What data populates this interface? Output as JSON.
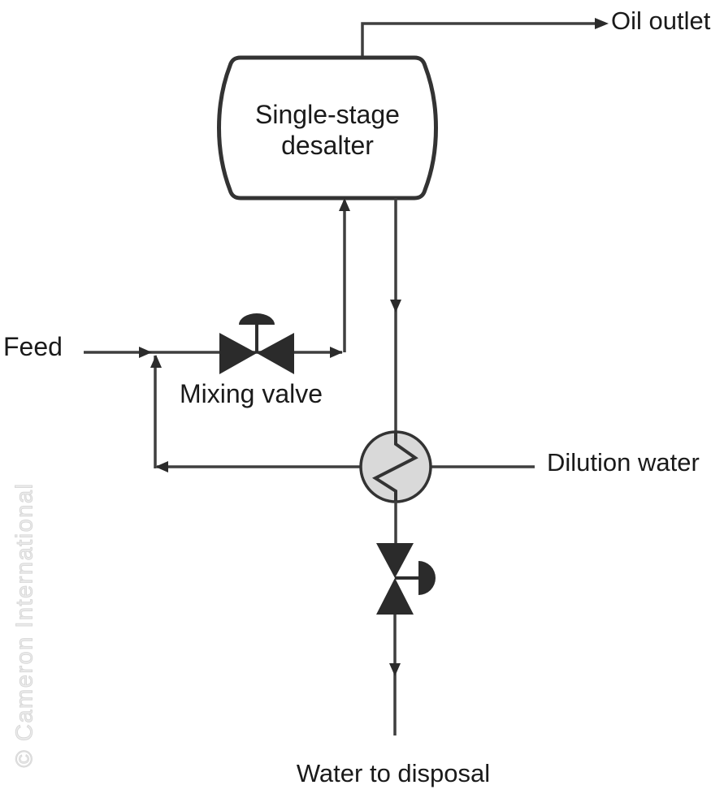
{
  "diagram": {
    "title_context": "Single-stage desalter process flow diagram",
    "labels": {
      "oil_outlet": "Oil outlet",
      "desalter_line1": "Single-stage",
      "desalter_line2": "desalter",
      "feed": "Feed",
      "mixing_valve": "Mixing valve",
      "dilution_water": "Dilution water",
      "water_to_disposal": "Water to disposal"
    },
    "watermark": "© Cameron International",
    "colors": {
      "background": "#ffffff",
      "pipe_line": "#3f3f3f",
      "symbol_fill": "#2b2b2b",
      "vessel_stroke": "#333333",
      "exchanger_fill": "#d9d9d9",
      "watermark": "#d8d8d8",
      "text": "#1a1a1a"
    },
    "streams": [
      {
        "name": "feed",
        "path": "Feed → Mixing valve → Single-stage desalter"
      },
      {
        "name": "oil",
        "path": "Single-stage desalter → Oil outlet"
      },
      {
        "name": "effluent-water",
        "path": "Single-stage desalter → Heat exchanger → Control valve → Water to disposal"
      },
      {
        "name": "dilution-water",
        "path": "Dilution water → Heat exchanger → Feed junction"
      }
    ]
  }
}
